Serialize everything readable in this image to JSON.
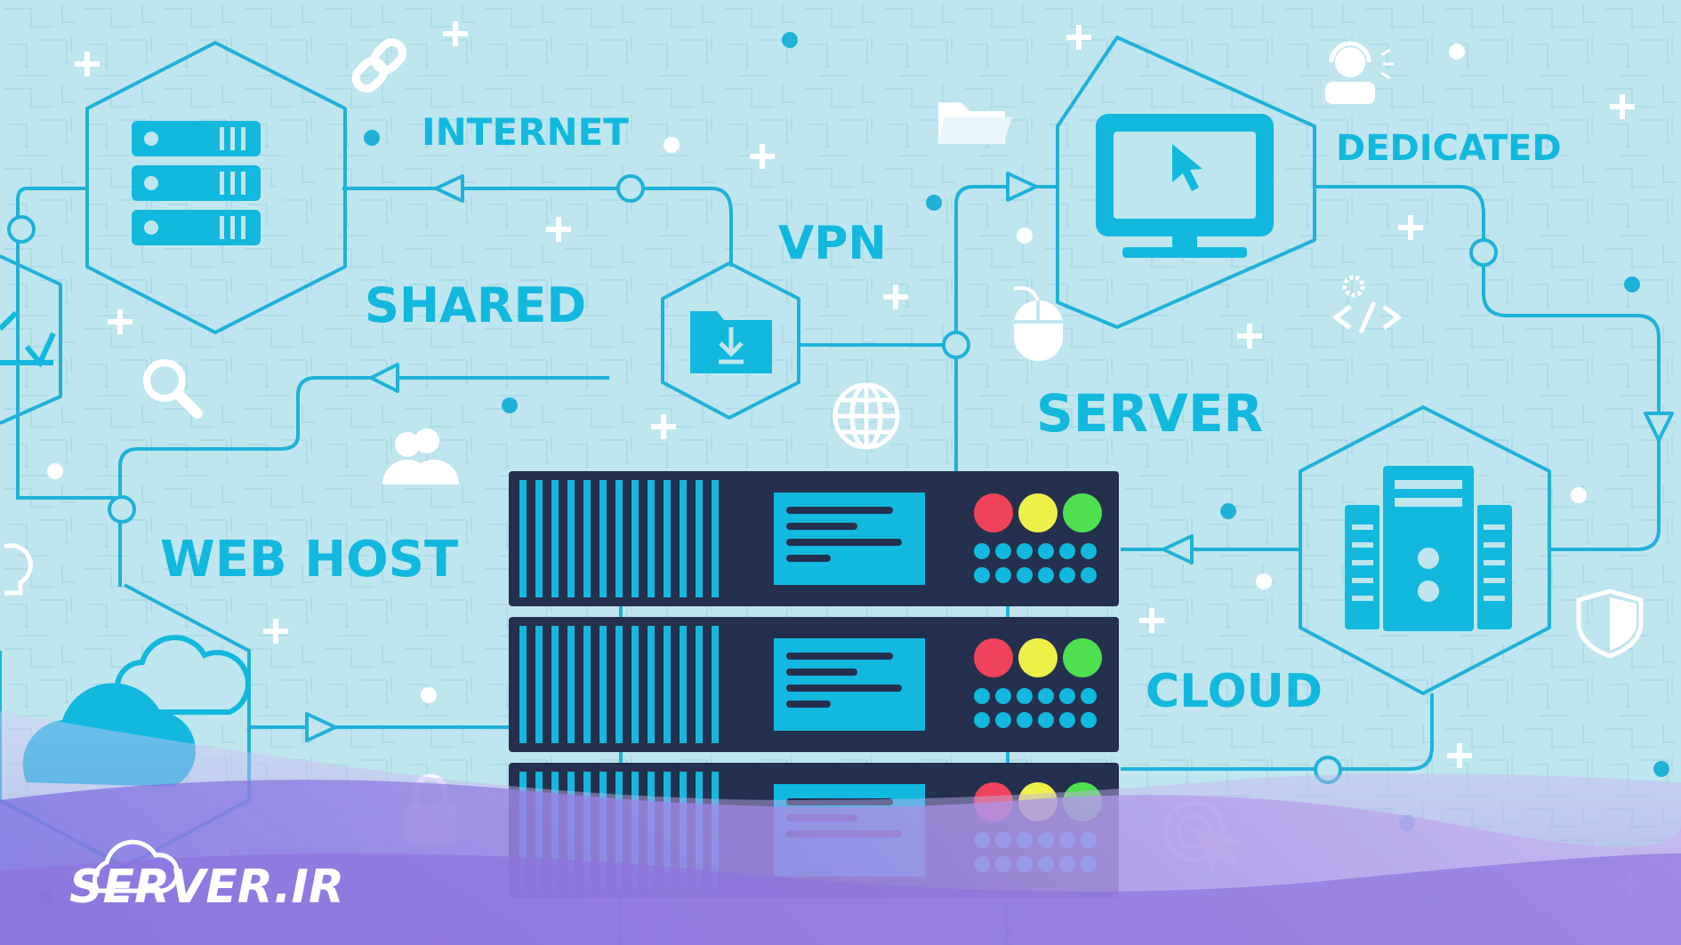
{
  "labels": {
    "internet": "INTERNET",
    "vpn": "VPN",
    "shared": "SHARED",
    "web_host": "WEB HOST",
    "server": "SERVER",
    "dedicated": "DEDICATED",
    "cloud": "CLOUD"
  },
  "logo": {
    "text": "SERVER.IR"
  },
  "colors": {
    "background": "#bfe6ee",
    "accent": "#12b8de",
    "line": "#1fb2d8",
    "rack": "#24304d",
    "led_red": "#f0435b",
    "led_yellow": "#eef04a",
    "led_green": "#4fe04f",
    "wave_purple": "#9c7fe0"
  },
  "icons": [
    "server-rack-icon",
    "monitor-cursor-icon",
    "folder-download-icon",
    "tower-server-icon",
    "cloud-icon",
    "link-icon",
    "folder-icon",
    "support-agent-icon",
    "code-icon",
    "mouse-icon",
    "globe-icon",
    "search-icon",
    "users-icon",
    "lightbulb-icon",
    "lock-icon",
    "shield-icon",
    "touch-icon"
  ]
}
